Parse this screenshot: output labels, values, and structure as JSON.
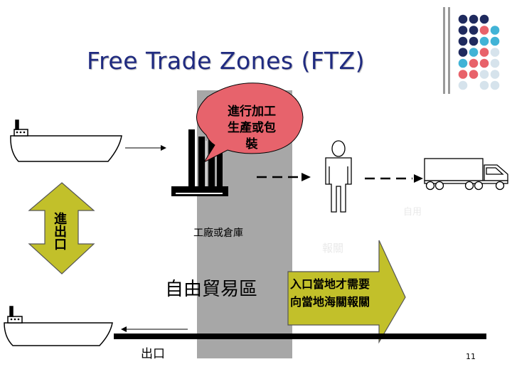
{
  "title": "Free Trade Zones (FTZ)",
  "labels": {
    "callout": "進行加工生產或包裝",
    "callout_lines": [
      "進行加工",
      "生產或包",
      "裝"
    ],
    "factory_or_warehouse": "工廠或倉庫",
    "free_trade_zone": "自由貿易區",
    "export": "出口",
    "import_export": "進出口",
    "big_arrow": "入口當地才需要向當地海關報關",
    "big_arrow_lines": [
      "入口當地才需要",
      "向當地海關報關"
    ],
    "faint_1": "自用",
    "faint_2": "報關",
    "page_number": "11"
  },
  "colors": {
    "title": "#1f2a80",
    "zone_gray": "#a7a7a7",
    "arrow_fill": "#c2c02a",
    "dot_navy": "#1f2a5e",
    "dot_blue": "#41b3d6",
    "dot_red": "#e8626a",
    "dot_light": "#d6e3ec"
  },
  "decor_dots": [
    [
      "navy",
      "navy",
      "navy",
      ""
    ],
    [
      "navy",
      "navy",
      "red",
      "blue"
    ],
    [
      "navy",
      "navy",
      "blue",
      "blue"
    ],
    [
      "navy",
      "blue",
      "red",
      "light"
    ],
    [
      "blue",
      "red",
      "red",
      "light"
    ],
    [
      "red",
      "red",
      "light",
      "light"
    ],
    [
      "light",
      "",
      "light",
      "light"
    ]
  ],
  "icons": [
    "ship-icon",
    "ship-icon",
    "factory-icon",
    "person-icon",
    "truck-icon",
    "double-arrow-icon",
    "speech-bubble-icon",
    "block-arrow-icon"
  ]
}
